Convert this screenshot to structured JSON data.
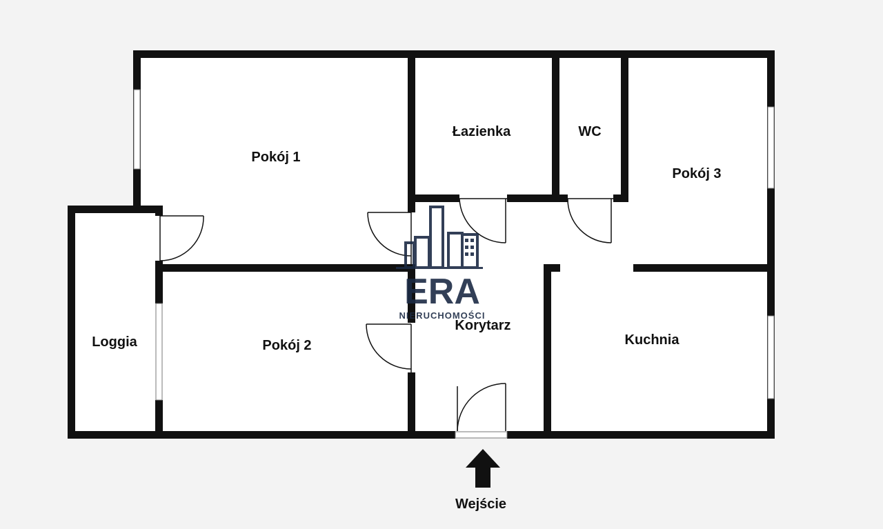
{
  "rooms": {
    "pokoj1": "Pokój 1",
    "lazienka": "Łazienka",
    "wc": "WC",
    "pokoj3": "Pokój 3",
    "loggia": "Loggia",
    "pokoj2": "Pokój 2",
    "korytarz": "Korytarz",
    "kuchnia": "Kuchnia"
  },
  "entrance": {
    "label": "Wejście"
  },
  "watermark": {
    "brand": "ERA",
    "tagline": "NIERUCHOMOŚCI"
  },
  "colors": {
    "wall": "#111111",
    "floor": "#ffffff",
    "background": "#f3f3f3",
    "logo": "#1c2b45"
  }
}
